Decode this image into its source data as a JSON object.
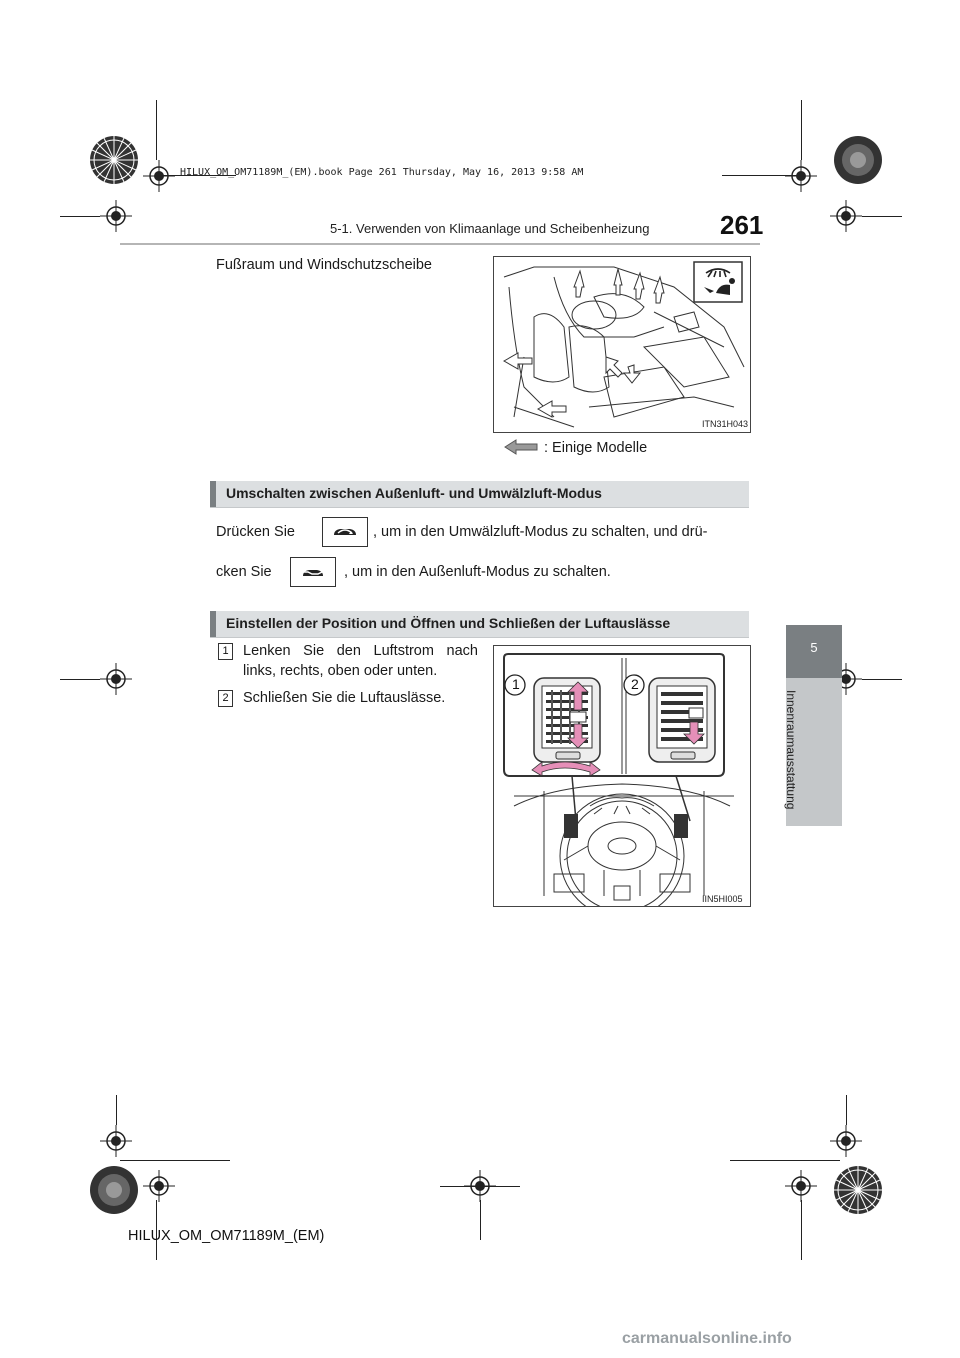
{
  "book_stamp": "HILUX_OM_OM71189M_(EM).book  Page 261  Thursday, May 16, 2013  9:58 AM",
  "header": {
    "section_title": "5-1. Verwenden von Klimaanlage und Scheibenheizung",
    "page_number": "261"
  },
  "side_tab": {
    "chapter_number": "5",
    "chapter_label": "Innenraumausstattung"
  },
  "mode_item": {
    "title": "Fußraum und Windschutzscheibe",
    "figure_code": "ITN31H043",
    "legend_text": ": Einige Modelle"
  },
  "section_air_intake": {
    "heading": "Umschalten zwischen Außenluft- und Umwälzluft-Modus",
    "line1_before": "Drücken Sie",
    "line1_after": ", um in den Umwälzluft-Modus zu schalten, und drü-",
    "line2_before": "cken Sie",
    "line2_after": ", um in den Außenluft-Modus zu schalten.",
    "icons": [
      "recirculated-air-icon",
      "outside-air-icon"
    ]
  },
  "section_vents": {
    "heading": "Einstellen der Position und Öffnen und Schließen der Luftauslässe",
    "steps": [
      {
        "number": "1",
        "text_line1": "Lenken Sie den Luftstrom nach",
        "text_line2": "links, rechts, oben oder unten."
      },
      {
        "number": "2",
        "text_line1": "Schließen Sie die Luftauslässe.",
        "text_line2": ""
      }
    ],
    "figure_code": "IIN5HI005",
    "callouts": [
      "1",
      "2"
    ]
  },
  "footer": {
    "doc_id": "HILUX_OM_OM71189M_(EM)"
  },
  "watermark": "carmanualsonline.info",
  "colors": {
    "bar_bg": "#dcdfe1",
    "bar_accent": "#7a7f82",
    "tab_dark": "#7a7f82",
    "tab_light": "#c4c7c9",
    "arrow_pink": "#e58fb8"
  }
}
